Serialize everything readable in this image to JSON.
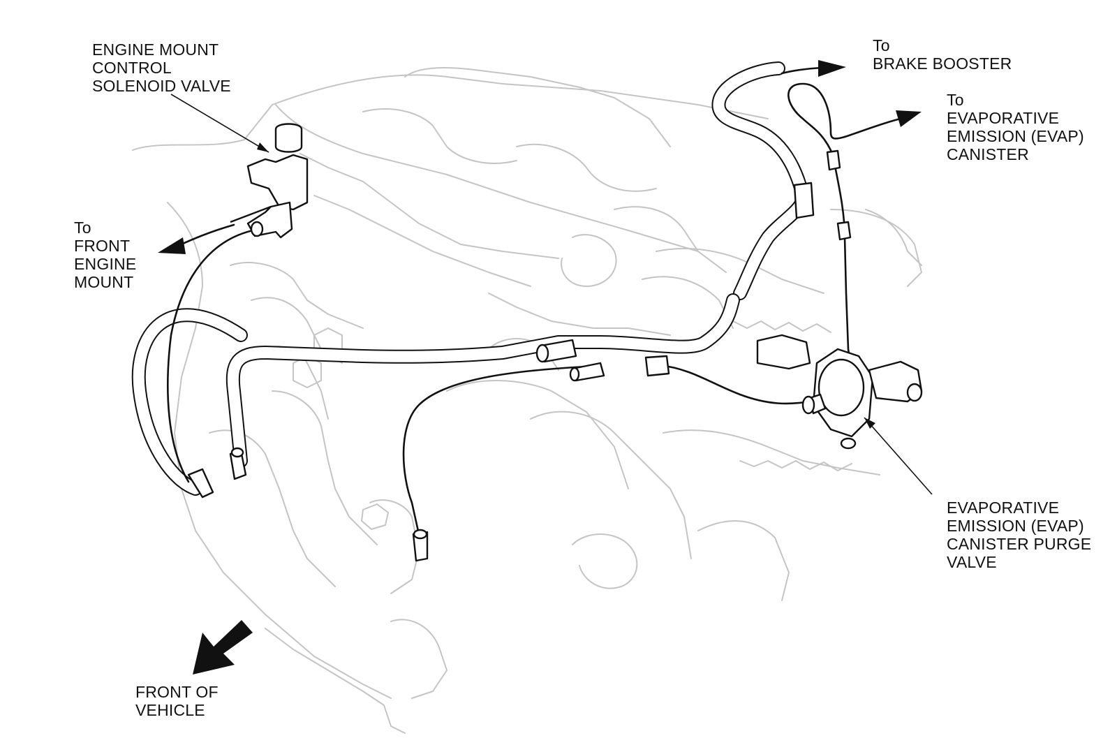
{
  "labels": {
    "engine_mount_solenoid": "ENGINE MOUNT\nCONTROL\nSOLENOID VALVE",
    "to_front_engine_mount": "To\nFRONT\nENGINE\nMOUNT",
    "to_brake_booster": "To\nBRAKE BOOSTER",
    "to_evap_canister": "To\nEVAPORATIVE\nEMISSION (EVAP)\nCANISTER",
    "evap_purge_valve": "EVAPORATIVE\nEMISSION (EVAP)\nCANISTER PURGE\nVALVE",
    "front_of_vehicle": "FRONT OF\nVEHICLE"
  },
  "icons": {
    "front_arrow": "bold-arrow-down-left-icon",
    "flow_arrows": "arrowhead-icon"
  }
}
